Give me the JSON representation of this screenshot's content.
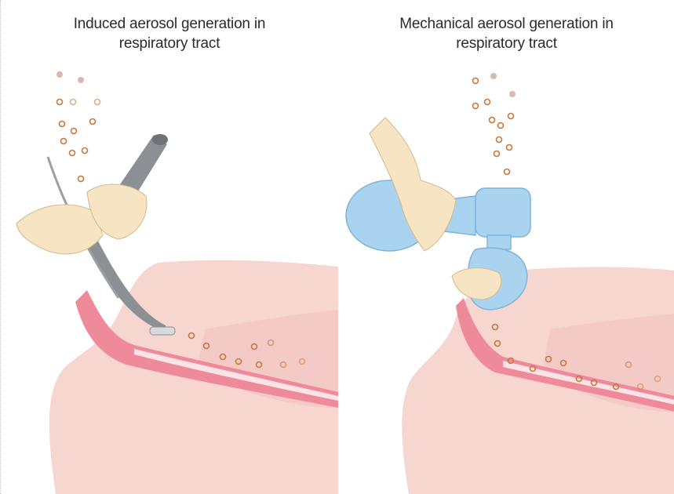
{
  "panels": [
    {
      "caption_line1": "Induced aerosol generation in",
      "caption_line2": "respiratory tract"
    },
    {
      "caption_line1": "Mechanical aerosol generation in",
      "caption_line2": "respiratory tract"
    }
  ],
  "colors": {
    "skin": "#f6d6cf",
    "skin_shadow": "#efc3bb",
    "airway": "#ef8a9a",
    "airway_light": "#fbe3e6",
    "hand": "#f7e4c3",
    "instrument": "#8c8f93",
    "bag": "#a9d3ee",
    "particle": "#c7763c"
  }
}
